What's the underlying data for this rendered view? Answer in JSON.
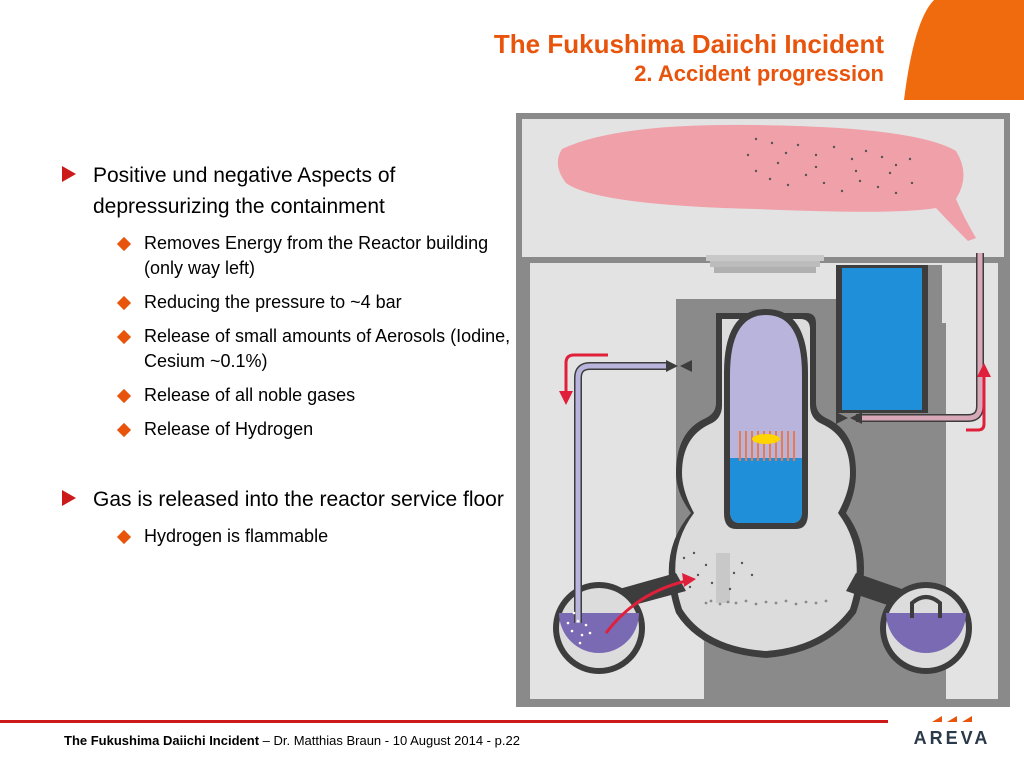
{
  "header": {
    "title": "The Fukushima Daiichi Incident",
    "subtitle": "2. Accident progression",
    "accent_color": "#e8540c"
  },
  "content": {
    "sections": [
      {
        "text": "Positive und negative Aspects of depressurizing the containment",
        "items": [
          "Removes Energy from the Reactor building (only way left)",
          "Reducing the pressure to ~4 bar",
          "Release of small amounts of Aerosols (Iodine, Cesium ~0.1%)",
          "Release of all noble gases",
          "Release of Hydrogen"
        ]
      },
      {
        "text": "Gas is released into the reactor service floor",
        "items": [
          "Hydrogen is flammable"
        ]
      }
    ]
  },
  "footer": {
    "title": "The Fukushima Daiichi Incident",
    "rest": " – Dr. Matthias Braun - 10 August 2014 - p.22"
  },
  "logo": {
    "text": "AREVA",
    "color": "#2a3a4a"
  },
  "colors": {
    "bullet_triangle": "#cc1a1a",
    "sub_bullet": "#e8540c",
    "footer_rule": "#cc1a1a",
    "gas_cloud": "#f0a0a8",
    "containment": "#b8b4dc",
    "pool_water": "#1e8fd8",
    "suppression_water": "#7a6ab4"
  }
}
